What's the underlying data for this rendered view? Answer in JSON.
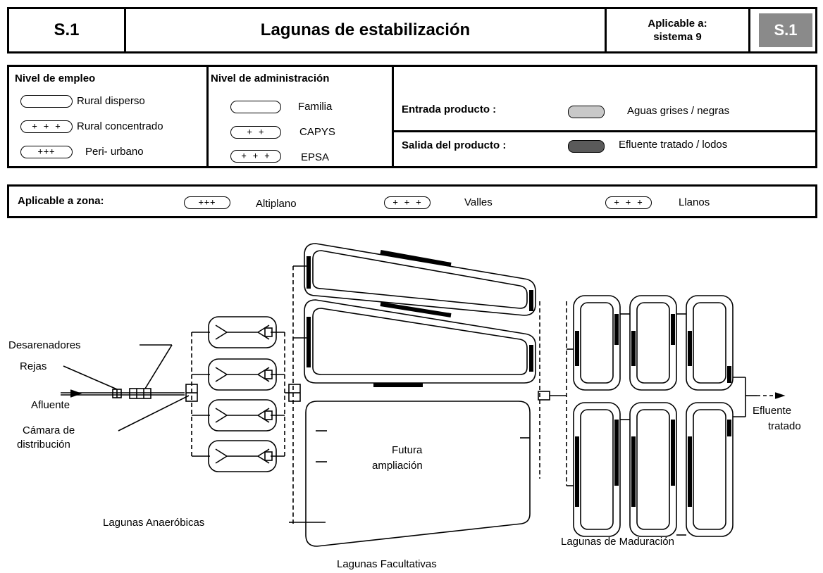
{
  "header": {
    "code": "S.1",
    "title": "Lagunas de estabilización",
    "applicable_line1": "Aplicable a:",
    "applicable_line2": "sistema 9",
    "badge": "S.1"
  },
  "nivel_empleo": {
    "heading": "Nivel de empleo",
    "items": [
      {
        "symbol": "",
        "label": "Rural disperso"
      },
      {
        "symbol": "+ + +",
        "label": "Rural concentrado"
      },
      {
        "symbol": "+++",
        "label": "Peri- urbano"
      }
    ]
  },
  "nivel_administracion": {
    "heading": "Nivel de administración",
    "items": [
      {
        "symbol": "",
        "label": "Familia"
      },
      {
        "symbol": "+ +",
        "label": "CAPYS"
      },
      {
        "symbol": "+ + +",
        "label": "EPSA"
      }
    ]
  },
  "producto": {
    "entrada_label": "Entrada producto :",
    "entrada_value": "Aguas grises / negras",
    "salida_label": "Salida del producto :",
    "salida_value": "Efluente tratado / lodos"
  },
  "zona": {
    "label": "Aplicable a zona:",
    "items": [
      {
        "symbol": "+++",
        "label": "Altiplano"
      },
      {
        "symbol": "+ + +",
        "label": "Valles"
      },
      {
        "symbol": "+ + +",
        "label": "Llanos"
      }
    ]
  },
  "diagram": {
    "desarenadores": "Desarenadores",
    "rejas": "Rejas",
    "afluente": "Afluente",
    "camara_1": "Cámara de",
    "camara_2": "distribución",
    "futura_1": "Futura",
    "futura_2": "ampliación",
    "anaerobicas": "Lagunas Anaeróbicas",
    "facultativas": "Lagunas Facultativas",
    "maduracion": "Lagunas de Maduración",
    "efluente_1": "Efluente",
    "efluente_2": "tratado"
  },
  "colors": {
    "header_badge_bg": "#8a8a8a",
    "entrada_swatch": "#c8c8c8",
    "salida_swatch": "#5a5a5a"
  }
}
